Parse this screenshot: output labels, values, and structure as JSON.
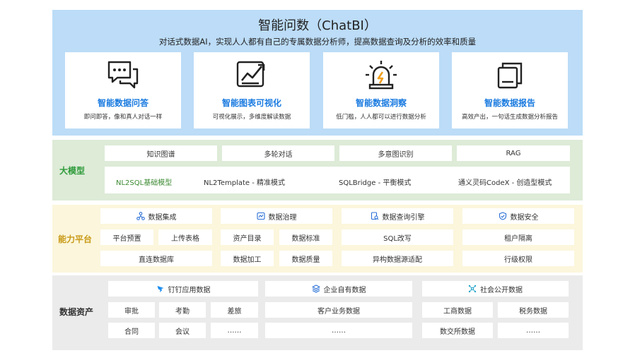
{
  "top": {
    "title": "智能问数（ChatBI）",
    "subtitle": "对话式数据AI，实现人人都有自己的专属数据分析师，提高数据查询及分析的效率和质量",
    "features": [
      {
        "icon": "chat-bubbles-icon",
        "title": "智能数据问答",
        "desc": "即问即答，像和真人对话一样"
      },
      {
        "icon": "line-chart-icon",
        "title": "智能图表可视化",
        "desc": "可视化展示，多维度解读数据"
      },
      {
        "icon": "alarm-light-icon",
        "title": "智能数据洞察",
        "desc": "低门槛，人人都可以进行数据分析"
      },
      {
        "icon": "report-stack-icon",
        "title": "智能数据报告",
        "desc": "高效产出，一句话生成数据分析报告"
      }
    ]
  },
  "model": {
    "label": "大模型",
    "row1": [
      "知识图谱",
      "多轮对话",
      "多意图识别",
      "RAG"
    ],
    "row2": [
      "NL2SQL基础模型",
      "NL2Template - 精准模式",
      "SQLBridge - 平衡模式",
      "通义灵码CodeX - 创造型模式"
    ]
  },
  "capability": {
    "label": "能力平台",
    "columns": [
      {
        "header": "数据集成",
        "icon": "integration-icon",
        "items": [
          "平台预置",
          "上传表格",
          "直连数据库"
        ]
      },
      {
        "header": "数据治理",
        "icon": "governance-icon",
        "items": [
          "资产目录",
          "数据标准",
          "数据加工",
          "数据质量"
        ]
      },
      {
        "header": "数据查询引擎",
        "icon": "query-engine-icon",
        "items": [
          "SQL改写",
          "异构数据源适配"
        ]
      },
      {
        "header": "数据安全",
        "icon": "security-icon",
        "items": [
          "租户隔离",
          "行级权限"
        ]
      }
    ]
  },
  "assets": {
    "label": "数据资产",
    "groups": [
      {
        "header": "钉钉应用数据",
        "icon": "dingtalk-icon",
        "items": [
          "审批",
          "考勤",
          "差旅",
          "合同",
          "会议",
          "……"
        ]
      },
      {
        "header": "企业自有数据",
        "icon": "layers-icon",
        "items": [
          "客户业务数据",
          "……"
        ]
      },
      {
        "header": "社会公开数据",
        "icon": "network-icon",
        "items": [
          "工商数据",
          "税务数据",
          "数交所数据",
          "……"
        ]
      }
    ]
  },
  "colors": {
    "top_band": "#bcdcf7",
    "model_band": "#ddebd7",
    "capability_band": "#fbf6dc",
    "asset_band": "#ebebeb",
    "accent_blue": "#1a7be0",
    "model_label": "#2f9b3a",
    "capability_label": "#c99a17"
  }
}
